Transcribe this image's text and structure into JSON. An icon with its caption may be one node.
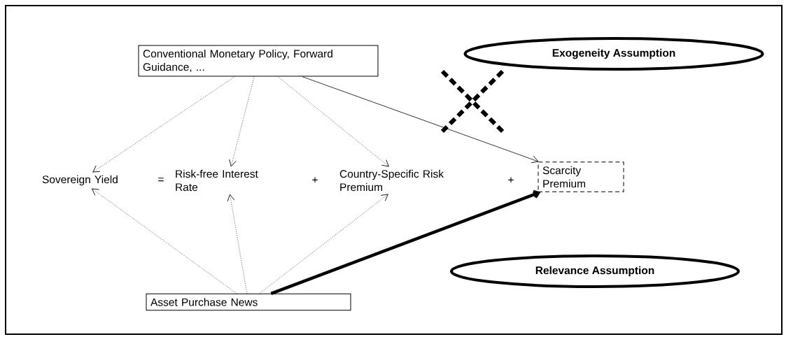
{
  "diagram": {
    "nodes": [
      {
        "text": [
          "Conventional Monetary Policy, Forward Guidance, ..."
        ]
      },
      {
        "text": [
          "Sovereign Yield"
        ]
      },
      {
        "text": [
          "Risk-free Interest Rate"
        ]
      },
      {
        "text": [
          "Country-Specific Risk Premium"
        ]
      },
      {
        "text": [
          "Scarcity Premium"
        ]
      },
      {
        "text": [
          "Asset Purchase News"
        ]
      },
      {
        "text": [
          "Exogeneity Assumption"
        ]
      },
      {
        "text": [
          "Relevance Assumption"
        ]
      }
    ],
    "edges": [
      {
        "from": 0,
        "to": 1,
        "arrow": "to",
        "style": "dashed"
      },
      {
        "from": 0,
        "to": 2,
        "arrow": "to",
        "style": "dashed"
      },
      {
        "from": 0,
        "to": 3,
        "arrow": "to",
        "style": "dashed"
      },
      {
        "from": 0,
        "to": 4,
        "arrow": "to"
      },
      {
        "from": 5,
        "to": 1,
        "arrow": "to",
        "style": "dashed"
      },
      {
        "from": 5,
        "to": 2,
        "arrow": "to",
        "style": "dashed"
      },
      {
        "from": 5,
        "to": 3,
        "arrow": "to",
        "style": "dashed"
      },
      {
        "from": 5,
        "to": 4,
        "arrow": "to",
        "style": "thick"
      }
    ],
    "labels": [
      "=",
      "+",
      "+"
    ]
  }
}
